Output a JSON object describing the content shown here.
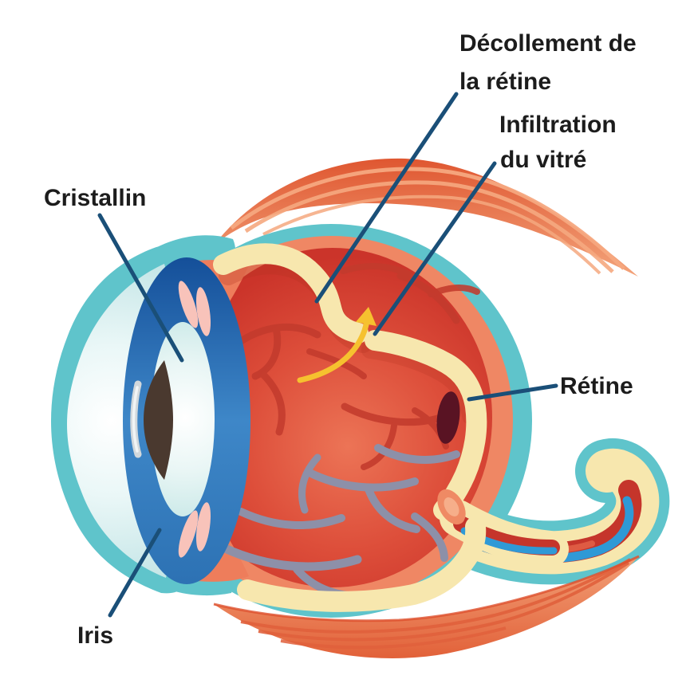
{
  "diagram": {
    "labels": {
      "detachment": {
        "line1": "Décollement de",
        "line2": "la rétine"
      },
      "infiltration": {
        "line1": "Infiltration",
        "line2": "du vitré"
      },
      "cristallin": {
        "text": "Cristallin"
      },
      "retine": {
        "text": "Rétine"
      },
      "iris": {
        "text": "Iris"
      }
    },
    "palette": {
      "background": "#ffffff",
      "label_text": "#1c1c1c",
      "leader_line": "#1a4f78",
      "sclera_teal": "#5fc4cb",
      "choroid_salmon": "#ef8764",
      "vitreous_red_edge": "#cb342a",
      "vitreous_red_center": "#ec7456",
      "retina_cream": "#f7e7ae",
      "retina_shadow": "#b23122",
      "muscle_orange_dark": "#df5630",
      "muscle_orange_light": "#f2a077",
      "optic_nerve_red": "#c5352b",
      "optic_nerve_blue": "#2f99d6",
      "optic_disc_maroon": "#591323",
      "vessel_red": "#c33b2d",
      "vessel_gray": "#8d90a8",
      "arrow_yellow": "#f6c12f",
      "iris_blue": "#2d72b4",
      "pupil_brown": "#4a392f",
      "lens_cyan": "#c8e8e7",
      "ciliary_salmon": "#ee7d5b",
      "zonule_pink": "#f8c3ba"
    }
  }
}
